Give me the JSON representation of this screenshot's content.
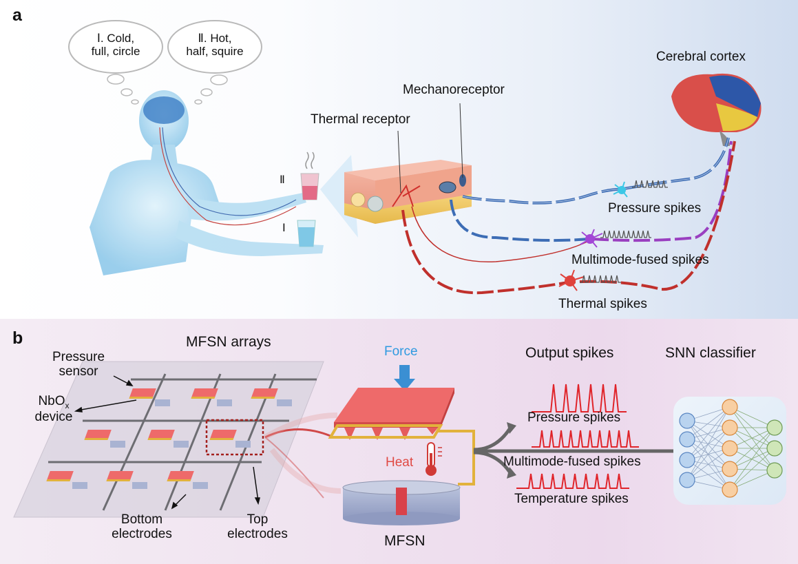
{
  "panel_a": {
    "letter": "a",
    "thought_1": [
      "Ⅰ. Cold,",
      "full, circle"
    ],
    "thought_2": [
      "Ⅱ. Hot,",
      "half, squire"
    ],
    "cup_label_2": "Ⅱ",
    "cup_label_1": "Ⅰ",
    "mechanoreceptor": "Mechanoreceptor",
    "thermal_receptor": "Thermal receptor",
    "cerebral_cortex": "Cerebral cortex",
    "pressure_spikes": "Pressure spikes",
    "multimode_spikes": "Multimode-fused spikes",
    "thermal_spikes": "Thermal spikes"
  },
  "panel_b": {
    "letter": "b",
    "arrays_title": "MFSN arrays",
    "pressure_sensor": [
      "Pressure",
      "sensor"
    ],
    "nbox_device": {
      "base": "NbO",
      "sub": "x",
      "line2": "device"
    },
    "bottom_electrodes": [
      "Bottom",
      "electrodes"
    ],
    "top_electrodes": [
      "Top",
      "electrodes"
    ],
    "force": "Force",
    "heat": "Heat",
    "mfsn": "MFSN",
    "output_spikes": "Output spikes",
    "snn_classifier": "SNN classifier",
    "pressure_spikes": "Pressure spikes",
    "multimode_spikes": "Multimode-fused spikes",
    "temperature_spikes": "Temperature spikes"
  },
  "colors": {
    "pressure_blue": "#3d6db5",
    "multimode_purple": "#9a3fc0",
    "thermal_red": "#c0302c",
    "spike_red": "#e0242a",
    "force_blue": "#3b8fd3",
    "heat_red": "#e04a44",
    "electrode_gold": "#e2b23c"
  }
}
